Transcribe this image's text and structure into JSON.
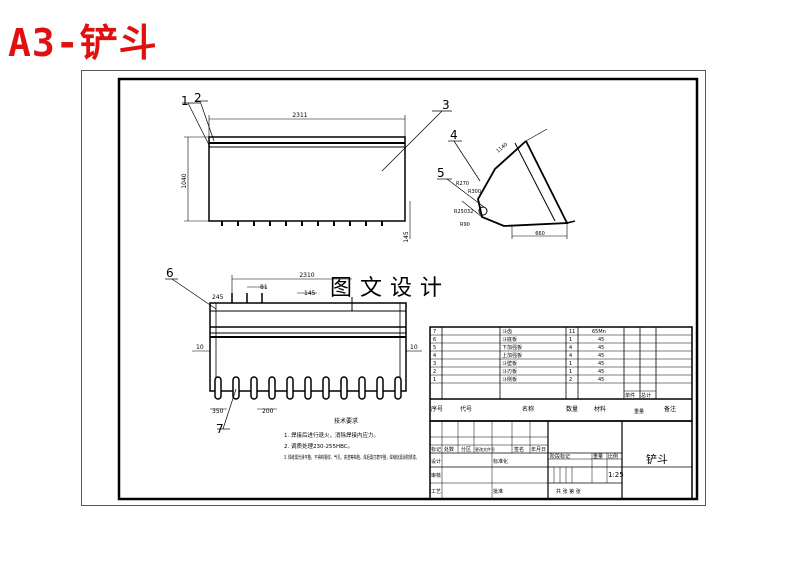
{
  "page_title": "A3-铲斗",
  "watermark": "图文设计",
  "callouts": [
    "1",
    "2",
    "3",
    "4",
    "5",
    "6",
    "7"
  ],
  "dimensions": {
    "top_width": "2311",
    "top_height": "1040",
    "top_tooth": "145",
    "side_top": "1140",
    "side_left": "R270",
    "side_mid": "R300",
    "side_low": "R25032",
    "side_bot": "R90",
    "side_base": "660",
    "front_width": "2310",
    "front_left": "245",
    "front_r": "81",
    "front_right": "145",
    "side_gap_l": "10",
    "side_gap_r": "10",
    "bottom_left": "350",
    "bottom_mid": "200"
  },
  "notes": {
    "heading": "技术要求",
    "items": [
      "1. 焊接后进行退火，消除焊接内应力。",
      "2. 调质处理230-255HBC。",
      "3. 焊缝需光滑平整，不得有裂纹、气孔、夹渣等缺陷，焊后需打磨平整，焊缝处需涂防锈漆。"
    ]
  },
  "parts_table": {
    "rows": [
      {
        "no": "7",
        "name": "斗齿",
        "qty": "11",
        "material": "65Mn"
      },
      {
        "no": "6",
        "name": "斗底板",
        "qty": "1",
        "material": "45"
      },
      {
        "no": "5",
        "name": "下加强板",
        "qty": "4",
        "material": "45"
      },
      {
        "no": "4",
        "name": "上加强板",
        "qty": "4",
        "material": "45"
      },
      {
        "no": "3",
        "name": "斗壁板",
        "qty": "1",
        "material": "45"
      },
      {
        "no": "2",
        "name": "斗刃板",
        "qty": "1",
        "material": "45"
      },
      {
        "no": "1",
        "name": "斗侧板",
        "qty": "2",
        "material": "45"
      }
    ],
    "headers": {
      "no": "序号",
      "code": "代号",
      "name": "名称",
      "qty": "数量",
      "material": "材料",
      "unit_weight": "单件",
      "total_weight": "总计",
      "weight": "重量",
      "remark": "备注"
    }
  },
  "title_block": {
    "drawing_name": "铲斗",
    "scale": "1:25",
    "labels": {
      "mark": "标记",
      "count": "处数",
      "zone": "分区",
      "change_doc": "更改文件号",
      "sign": "签名",
      "date": "年月日",
      "design": "设计",
      "standard": "标准化",
      "stage_mark": "阶段标记",
      "weight": "重量",
      "ratio": "比例",
      "review": "审核",
      "process": "工艺",
      "approve": "批准",
      "sheets": "共 张 第 张"
    }
  }
}
